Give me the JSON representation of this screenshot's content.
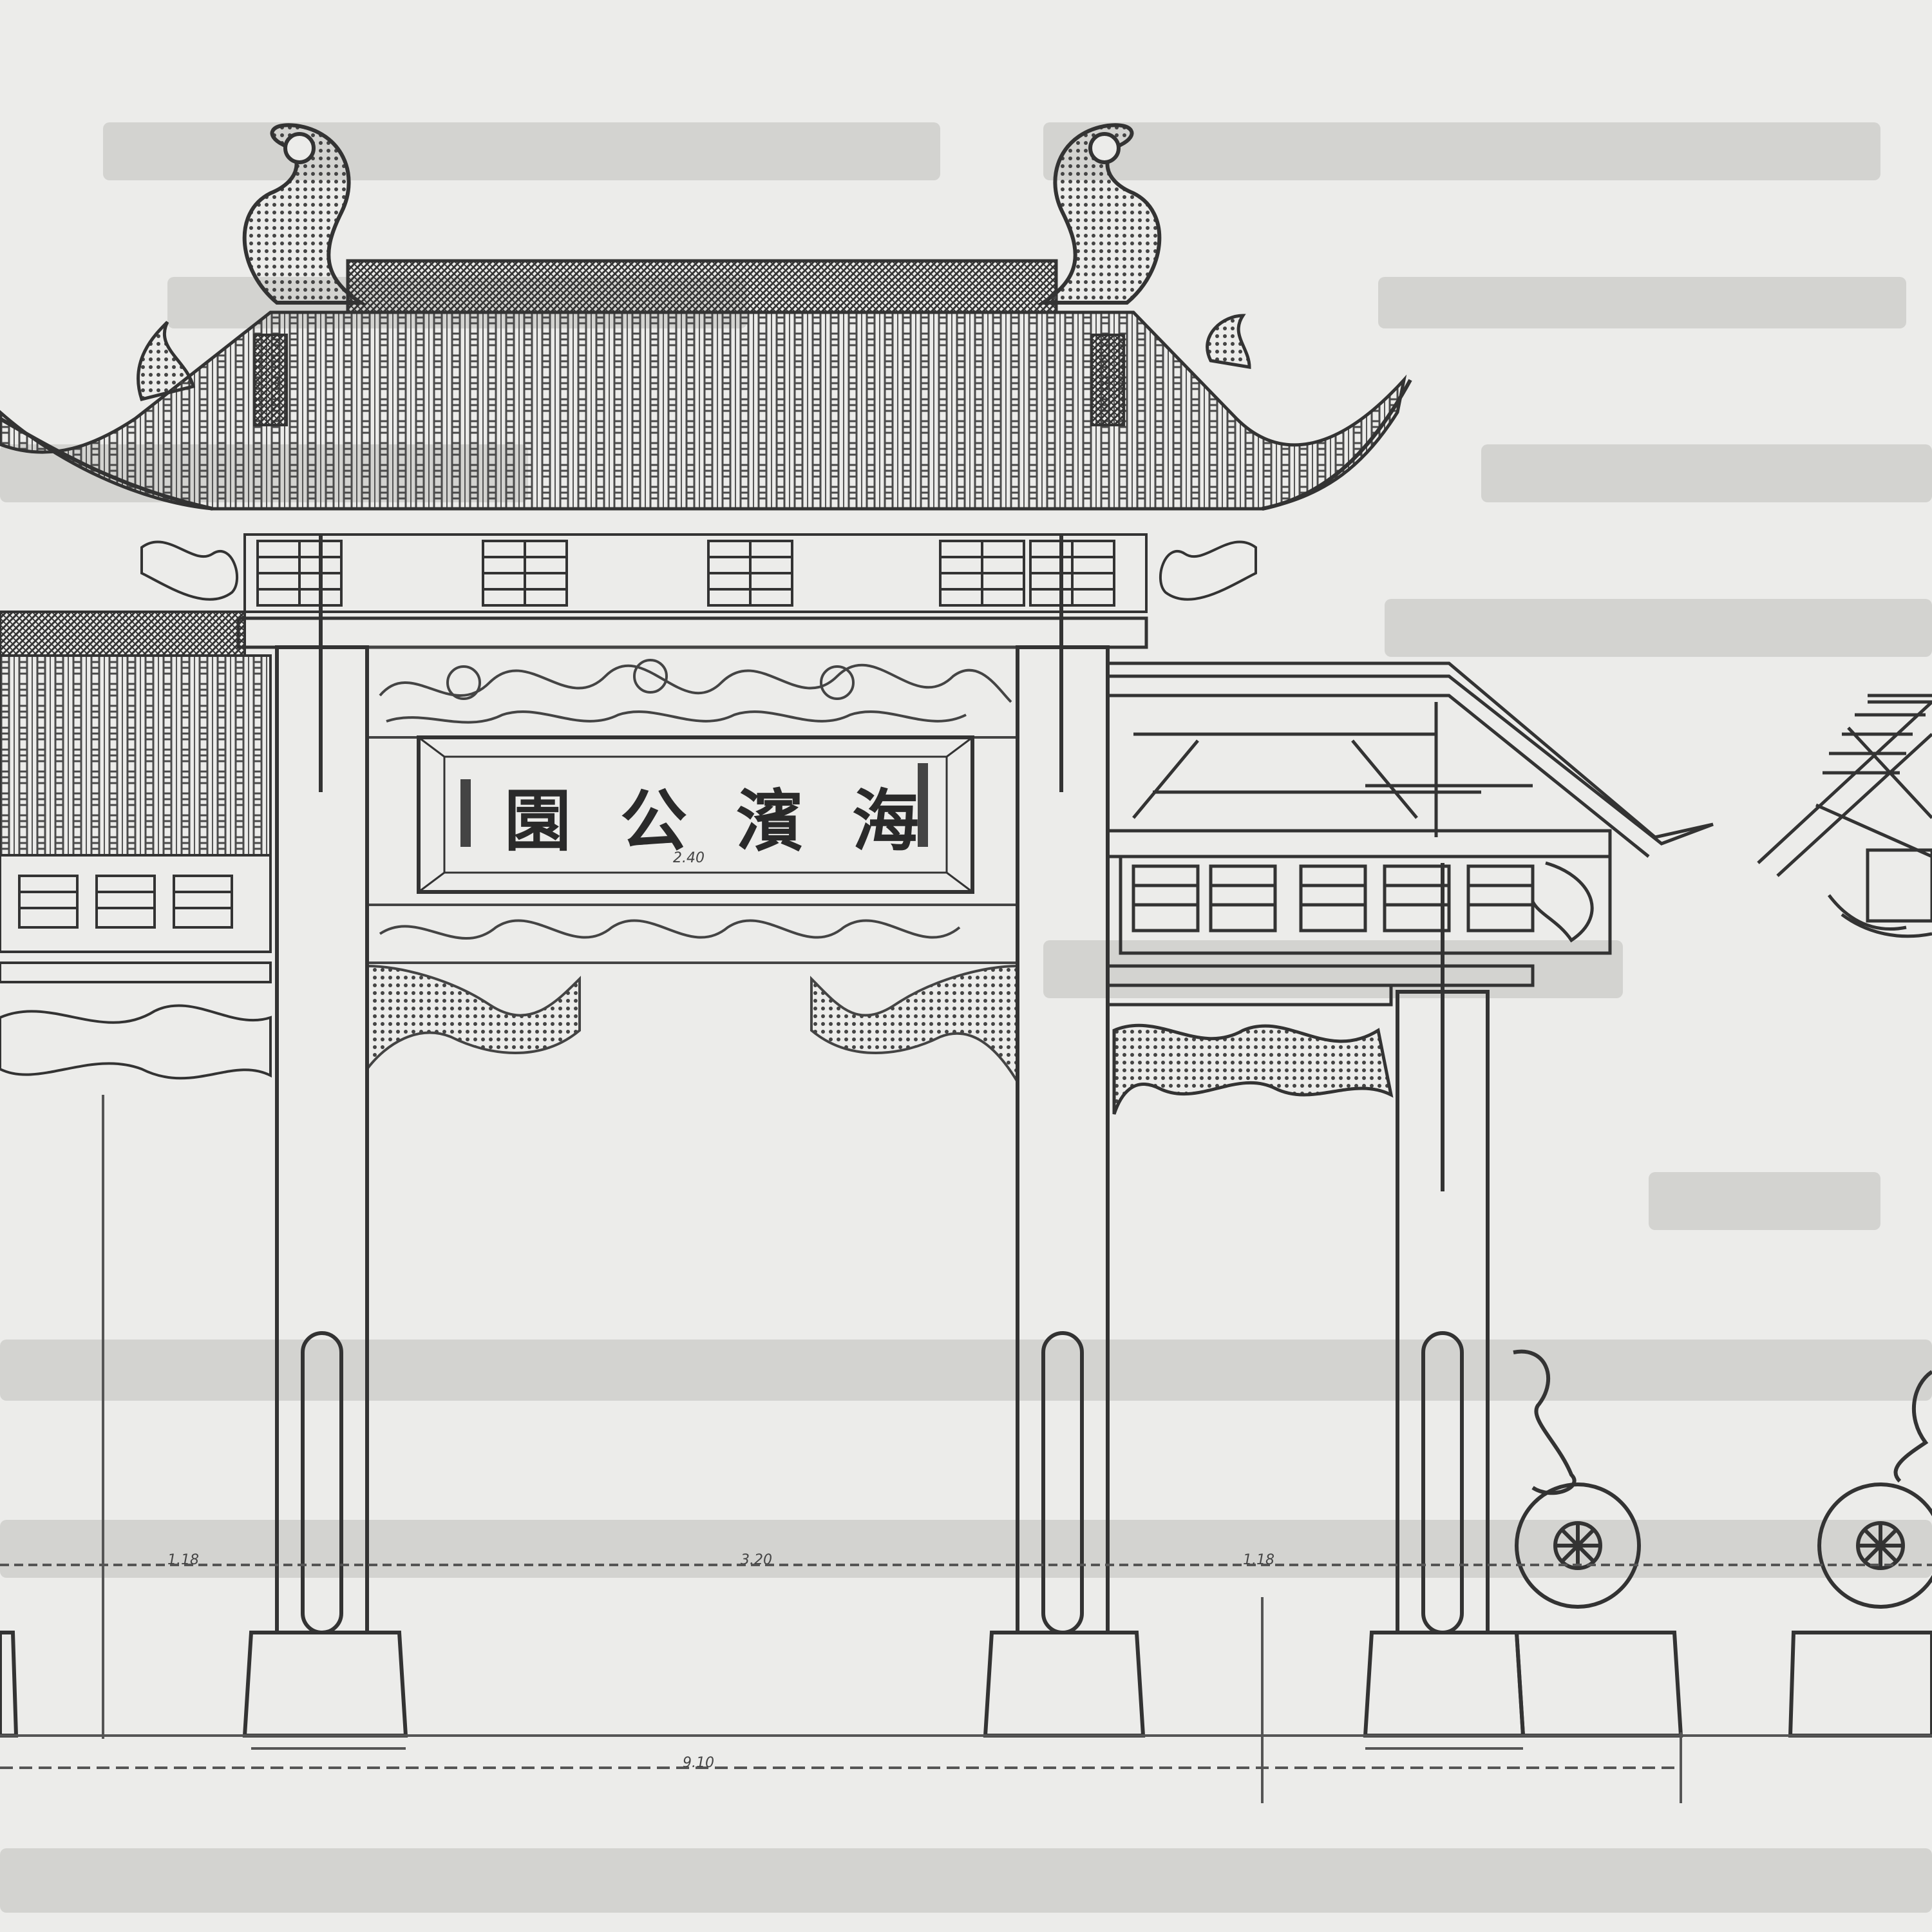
{
  "plaque": {
    "chars": [
      "園",
      "公",
      "濱",
      "海"
    ]
  },
  "dimensions": {
    "plaque_width": "2.40",
    "left_bay": "1.18",
    "center_bay": "3.20",
    "right_bay": "1.18",
    "overall_width": "9.10"
  },
  "colors": {
    "paper": "#ececea",
    "ink": "#3a3a3a",
    "ghost_text": "#cfcfcc"
  }
}
